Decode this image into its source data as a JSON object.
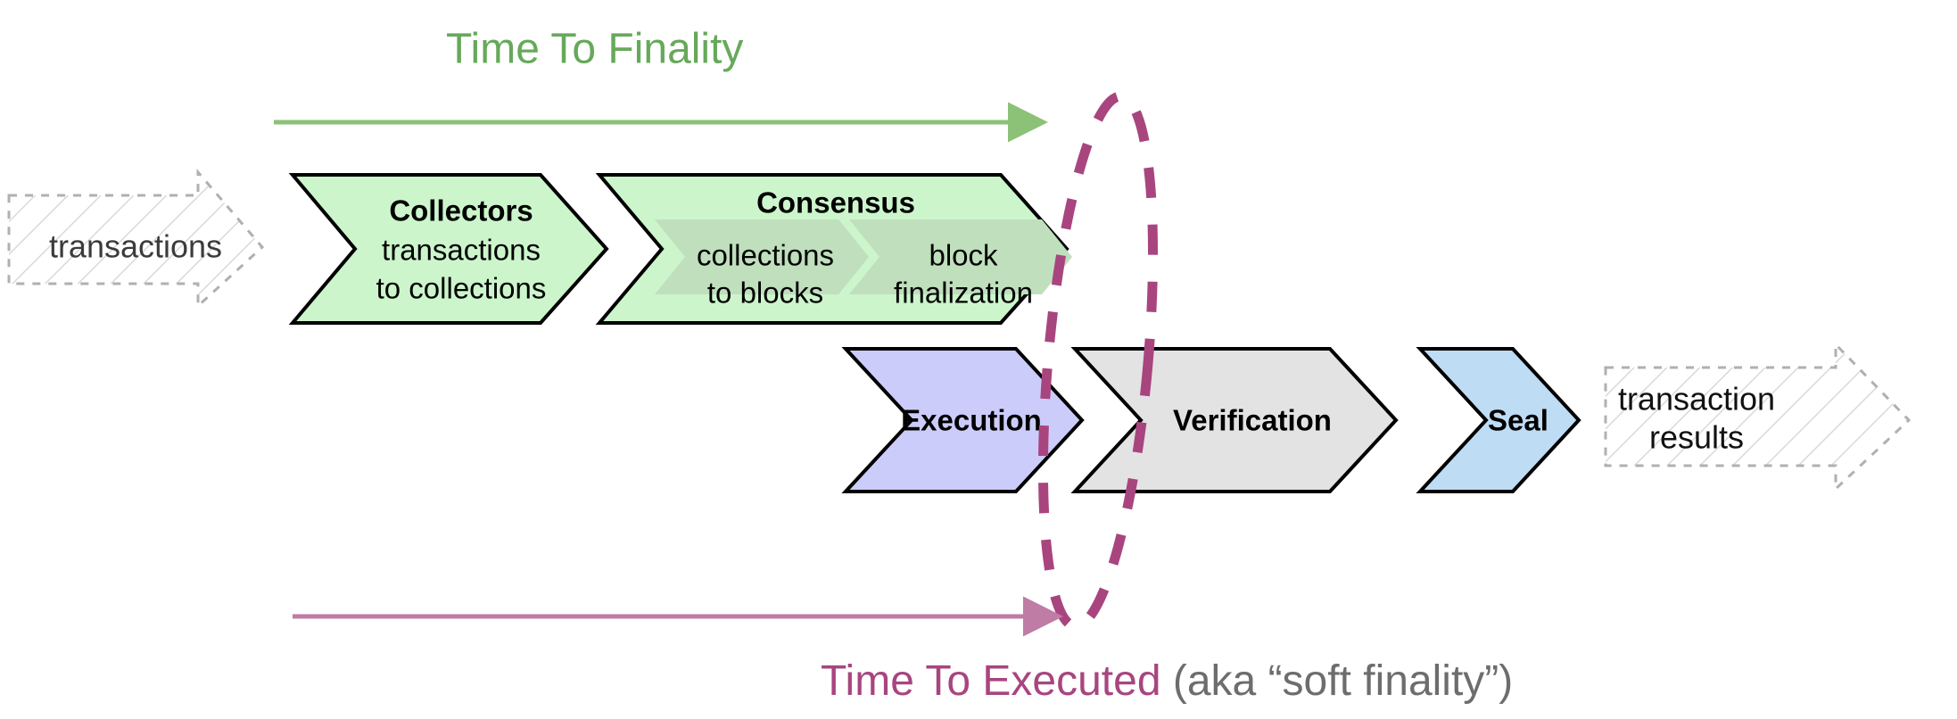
{
  "diagram": {
    "title_top": "Time To Finality",
    "title_bottom_strong": "Time To Executed",
    "title_bottom_muted": " (aka “soft finality”)",
    "colors": {
      "green_accent": "#66a95a",
      "green_line": "#8cc178",
      "purple_accent": "#a8457f",
      "purple_line": "#bf7ca4",
      "muted_gray": "#6d6d6d",
      "fill_green_outer": "#ccf5cc",
      "fill_green_inner": "#bfdfbd",
      "fill_purple": "#ccccfa",
      "fill_gray": "#e3e3e3",
      "fill_blue": "#bfdcf5",
      "ghost_border": "#b0b0b0",
      "stroke_black": "#000000"
    }
  },
  "inputs": {
    "left_ghost_label": "transactions"
  },
  "outputs": {
    "right_ghost_label_line1": "transaction",
    "right_ghost_label_line2": "results"
  },
  "pipeline": {
    "top_row": [
      {
        "id": "collectors",
        "title": "Collectors",
        "sub_line1": "transactions",
        "sub_line2": "to collections",
        "fill": "#ccf5cc"
      },
      {
        "id": "consensus",
        "title": "Consensus",
        "fill": "#ccf5cc",
        "sub_stages": [
          {
            "id": "collections-to-blocks",
            "line1": "collections",
            "line2": "to blocks",
            "fill": "#bfdfbd"
          },
          {
            "id": "block-finalization",
            "line1": "block",
            "line2": "finalization",
            "fill": "#bfdfbd"
          }
        ]
      }
    ],
    "bottom_row": [
      {
        "id": "execution",
        "title": "Execution",
        "fill": "#ccccfa"
      },
      {
        "id": "verification",
        "title": "Verification",
        "fill": "#e3e3e3"
      },
      {
        "id": "seal",
        "title": "Seal",
        "fill": "#bfdcf5"
      }
    ]
  }
}
